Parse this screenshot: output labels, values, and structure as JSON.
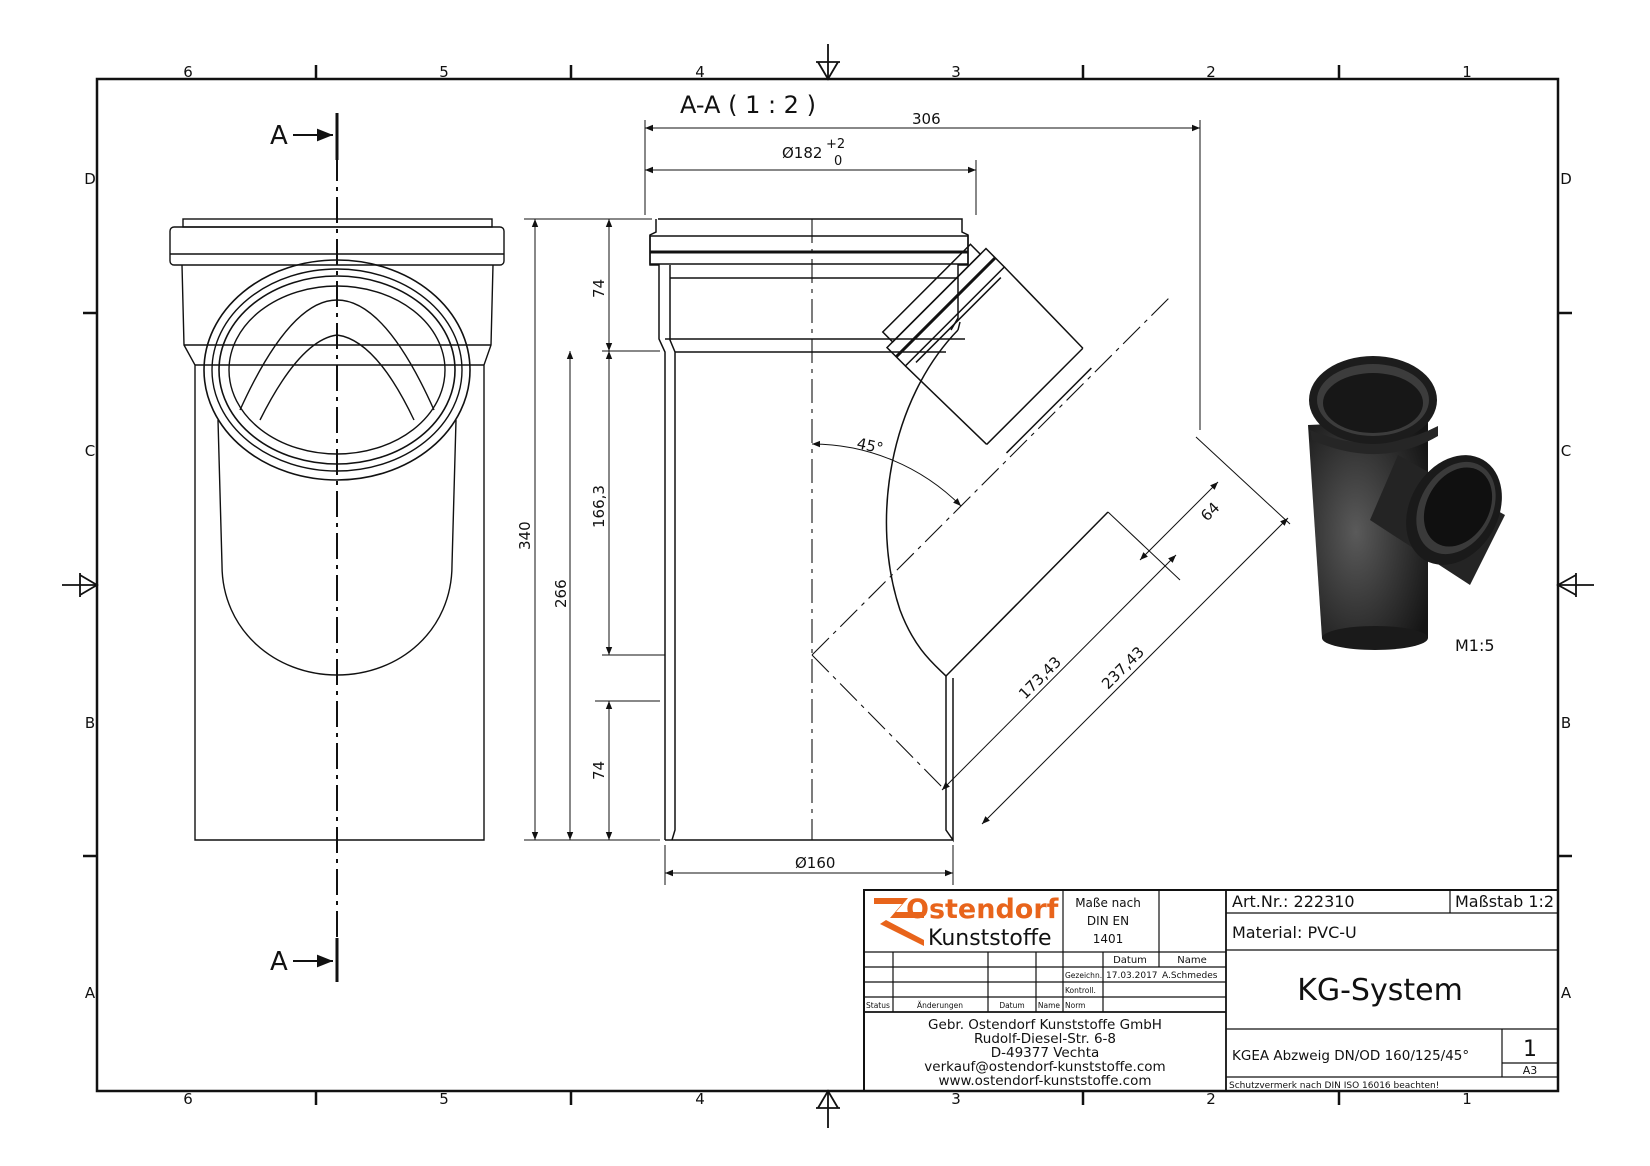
{
  "frame": {
    "columns": [
      "6",
      "5",
      "4",
      "3",
      "2",
      "1"
    ],
    "rows": [
      "D",
      "C",
      "B",
      "A"
    ]
  },
  "views": {
    "section_cut_label": "A",
    "section_title": "A-A ( 1 : 2 )",
    "render_scale": "M1:5"
  },
  "dimensions": {
    "d306": "306",
    "d182": "Ø182",
    "tol_upper": "+2",
    "tol_lower": "0",
    "d74_top": "74",
    "d340": "340",
    "d266": "266",
    "d166": "166,3",
    "d74_bottom": "74",
    "angle45": "45°",
    "d64": "64",
    "d173": "173,43",
    "d237": "237,43",
    "d160": "Ø160"
  },
  "title_block": {
    "logo_line1": "Ostendorf",
    "logo_line2": "Kunststoffe",
    "standard_line1": "Maße nach",
    "standard_line2": "DIN EN",
    "standard_line3": "1401",
    "col_datum": "Datum",
    "col_name": "Name",
    "row_gezeichn": "Gezeichn.",
    "gezeichn_date": "17.03.2017",
    "gezeichn_name": "A.Schmedes",
    "row_kontroll": "Kontroll.",
    "row_norm": "Norm",
    "rev_status": "Status",
    "rev_aenderungen": "Änderungen",
    "rev_datum": "Datum",
    "rev_name": "Name",
    "company_line1": "Gebr. Ostendorf Kunststoffe GmbH",
    "company_line2": "Rudolf-Diesel-Str. 6-8",
    "company_line3": "D-49377 Vechta",
    "company_line4": "verkauf@ostendorf-kunststoffe.com",
    "company_line5": "www.ostendorf-kunststoffe.com",
    "art_nr": "Art.Nr.: 222310",
    "scale": "Maßstab 1:2",
    "material": "Material: PVC-U",
    "system": "KG-System",
    "description": "KGEA Abzweig DN/OD 160/125/45°",
    "sheet": "1",
    "format": "A3",
    "protection_note": "Schutzvermerk nach DIN ISO 16016 beachten!"
  },
  "colors": {
    "line": "#111111",
    "logo_orange": "#e8641b",
    "render_dark": "#2a2a2a"
  }
}
